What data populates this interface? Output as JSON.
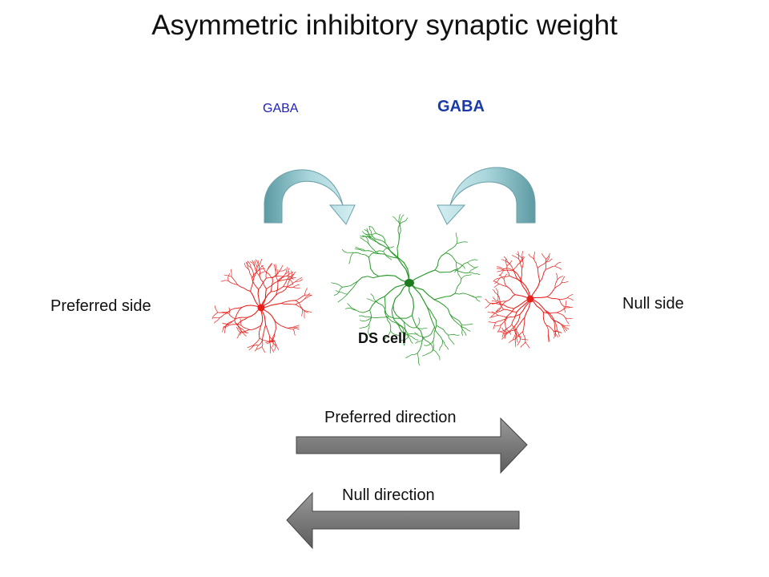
{
  "title": "Asymmetric inhibitory synaptic weight",
  "gaba_left": "GABA",
  "gaba_right": "GABA",
  "preferred_side": "Preferred side",
  "null_side": "Null side",
  "ds_cell": "DS cell",
  "preferred_direction": "Preferred direction",
  "null_direction": "Null direction",
  "colors": {
    "starburst_dendrites": "#e8201c",
    "ds_cell_dendrites": "#2a9a2a",
    "gaba_arrow": "#8ec3c8",
    "direction_arrow": "#7a7a7a"
  }
}
